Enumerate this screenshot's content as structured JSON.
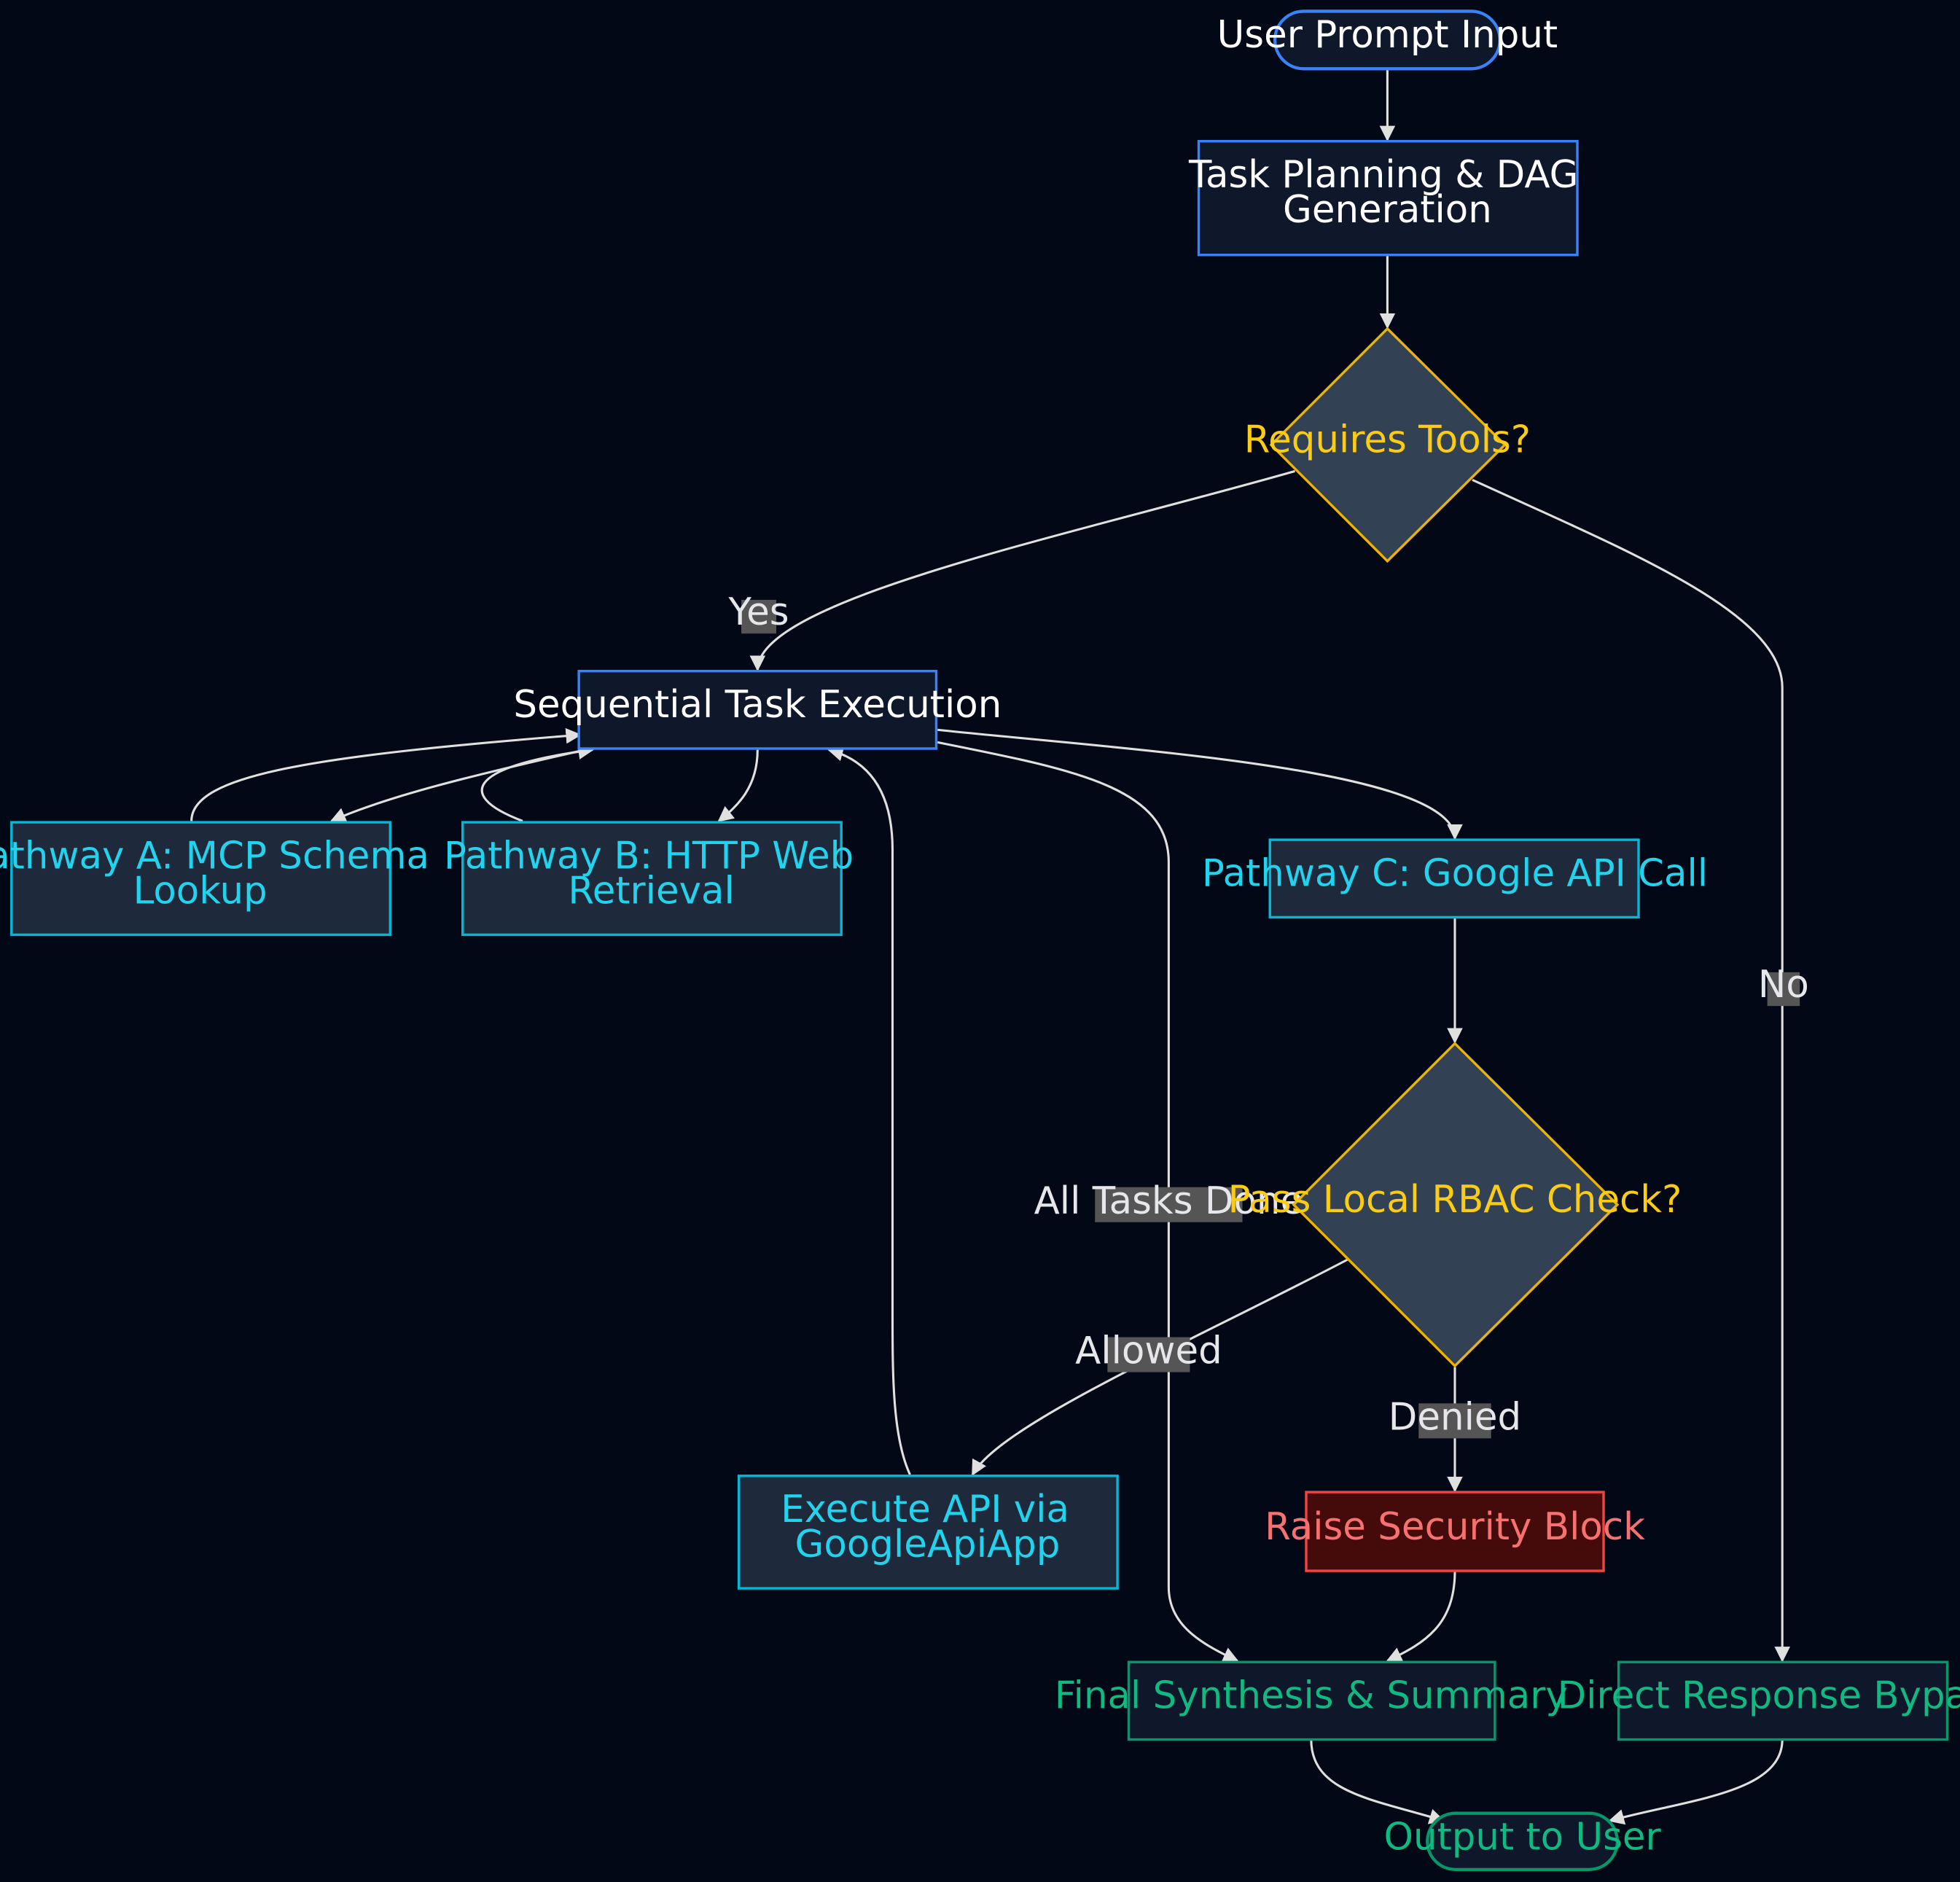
{
  "colors": {
    "background": "#030816",
    "edge": "#e0e0e0",
    "label_bg": "#555555",
    "primary_fill": "#0f172a",
    "primary_stroke": "#3b82f6",
    "primary_text": "#ffffff",
    "decision_fill": "#334155",
    "decision_stroke": "#eab308",
    "decision_text": "#facc15",
    "tool_fill": "#1e293b",
    "tool_stroke": "#06b6d4",
    "tool_text": "#22d3ee",
    "danger_fill": "#450a0a",
    "danger_stroke": "#ef4444",
    "danger_text": "#f87171",
    "success_fill": "#0f172a",
    "success_stroke": "#059669",
    "success_text": "#10b981"
  },
  "nodes": {
    "user_prompt": {
      "lines": [
        "User Prompt Input"
      ],
      "shape": "stadium",
      "style": "primary"
    },
    "task_planning": {
      "lines": [
        "Task Planning & DAG",
        "Generation"
      ],
      "shape": "rect",
      "style": "primary"
    },
    "requires_tools": {
      "lines": [
        "Requires Tools?"
      ],
      "shape": "diamond",
      "style": "decision"
    },
    "sequential": {
      "lines": [
        "Sequential Task Execution"
      ],
      "shape": "rect",
      "style": "primary"
    },
    "pathway_a": {
      "lines": [
        "Pathway A: MCP Schema",
        "Lookup"
      ],
      "shape": "rect",
      "style": "tool"
    },
    "pathway_b": {
      "lines": [
        "Pathway B: HTTP Web",
        "Retrieval"
      ],
      "shape": "rect",
      "style": "tool"
    },
    "pathway_c": {
      "lines": [
        "Pathway C: Google API Call"
      ],
      "shape": "rect",
      "style": "tool"
    },
    "rbac": {
      "lines": [
        "Pass Local RBAC Check?"
      ],
      "shape": "diamond",
      "style": "decision"
    },
    "execute_api": {
      "lines": [
        "Execute API via",
        "GoogleApiApp"
      ],
      "shape": "rect",
      "style": "tool"
    },
    "security_block": {
      "lines": [
        "Raise Security Block"
      ],
      "shape": "rect",
      "style": "danger"
    },
    "final_synthesis": {
      "lines": [
        "Final Synthesis & Summary"
      ],
      "shape": "rect",
      "style": "success"
    },
    "direct_bypass": {
      "lines": [
        "Direct Response Bypass"
      ],
      "shape": "rect",
      "style": "success"
    },
    "output": {
      "lines": [
        "Output to User"
      ],
      "shape": "stadium",
      "style": "success"
    }
  },
  "edges": [
    {
      "from": "user_prompt",
      "to": "task_planning",
      "label": ""
    },
    {
      "from": "task_planning",
      "to": "requires_tools",
      "label": ""
    },
    {
      "from": "requires_tools",
      "to": "sequential",
      "label": "Yes"
    },
    {
      "from": "requires_tools",
      "to": "direct_bypass",
      "label": "No"
    },
    {
      "from": "sequential",
      "to": "pathway_a",
      "label": ""
    },
    {
      "from": "pathway_a",
      "to": "sequential",
      "label": ""
    },
    {
      "from": "sequential",
      "to": "pathway_b",
      "label": ""
    },
    {
      "from": "pathway_b",
      "to": "sequential",
      "label": ""
    },
    {
      "from": "sequential",
      "to": "pathway_c",
      "label": ""
    },
    {
      "from": "sequential",
      "to": "final_synthesis",
      "label": "All Tasks Done"
    },
    {
      "from": "pathway_c",
      "to": "rbac",
      "label": ""
    },
    {
      "from": "rbac",
      "to": "execute_api",
      "label": "Allowed"
    },
    {
      "from": "rbac",
      "to": "security_block",
      "label": "Denied"
    },
    {
      "from": "execute_api",
      "to": "sequential",
      "label": ""
    },
    {
      "from": "security_block",
      "to": "final_synthesis",
      "label": ""
    },
    {
      "from": "final_synthesis",
      "to": "output",
      "label": ""
    },
    {
      "from": "direct_bypass",
      "to": "output",
      "label": ""
    }
  ]
}
